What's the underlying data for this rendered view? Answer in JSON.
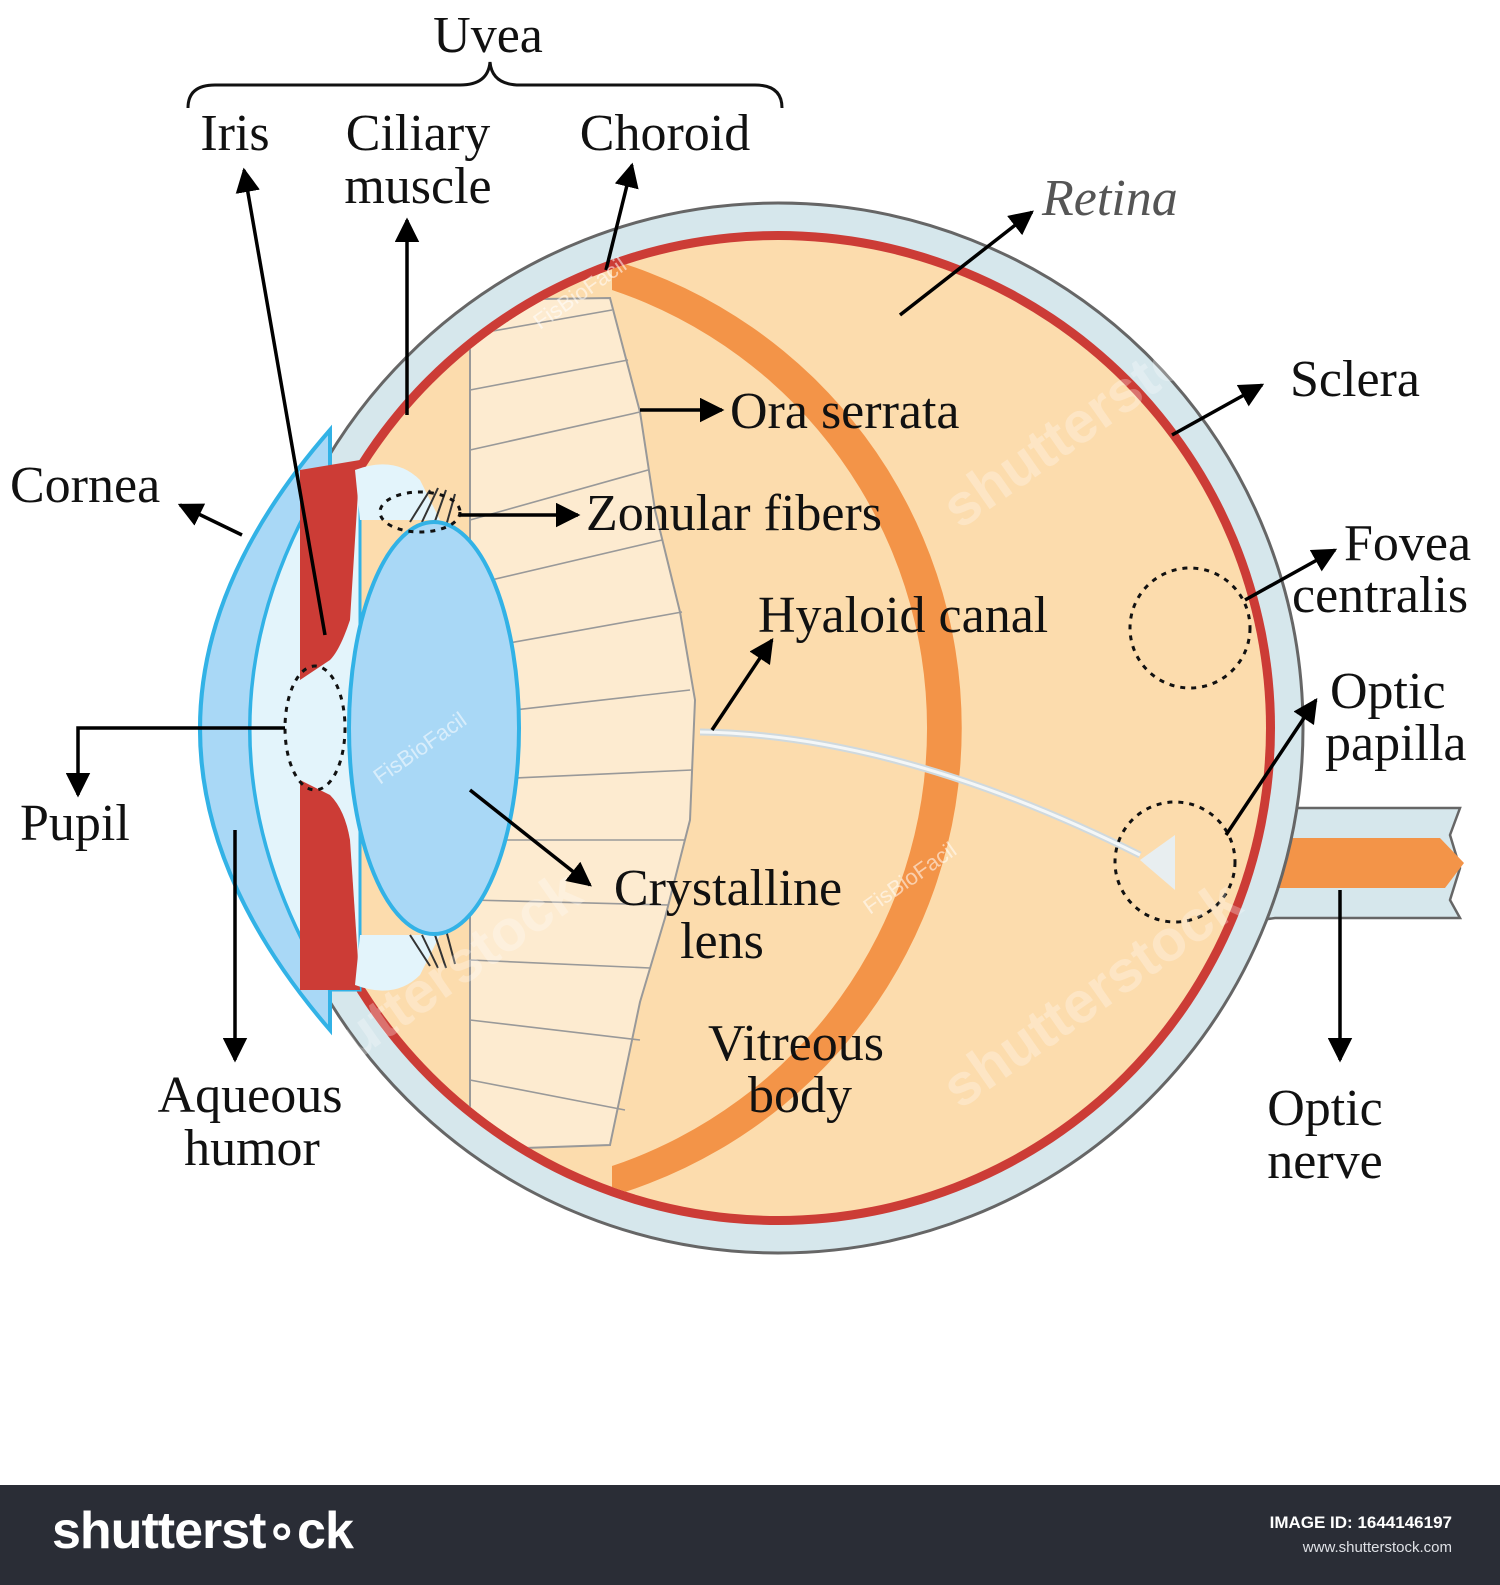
{
  "labels": {
    "uvea": "Uvea",
    "iris": "Iris",
    "ciliary_1": "Ciliary",
    "ciliary_2": "muscle",
    "choroid": "Choroid",
    "retina": "Retina",
    "sclera": "Sclera",
    "ora_serrata": "Ora serrata",
    "zonular_fibers": "Zonular fibers",
    "cornea": "Cornea",
    "hyaloid_canal": "Hyaloid canal",
    "fovea_1": "Fovea",
    "fovea_2": "centralis",
    "optic_papilla_1": "Optic",
    "optic_papilla_2": "papilla",
    "pupil": "Pupil",
    "crystalline_1": "Crystalline",
    "crystalline_2": "lens",
    "vitreous_1": "Vitreous",
    "vitreous_2": "body",
    "aqueous_1": "Aqueous",
    "aqueous_2": "humor",
    "optic_nerve_1": "Optic",
    "optic_nerve_2": "nerve"
  },
  "watermark": {
    "brand": "shutterstock",
    "author": "FisBioFacil"
  },
  "footer": {
    "brand": "shutterst∘ck",
    "image_id": "IMAGE ID: 1644146197",
    "url": "www.shutterstock.com"
  },
  "colors": {
    "sclera": "#d6e7ec",
    "choroid": "#cc3c36",
    "retina": "#f39448",
    "vitreous": "#fcdcad",
    "ciliary_zone": "#fdebd0",
    "lens": "#a9d8f6",
    "cornea": "#e3f4fb",
    "outline_blue": "#32b2e6",
    "footer_bg": "#2a2d36"
  }
}
